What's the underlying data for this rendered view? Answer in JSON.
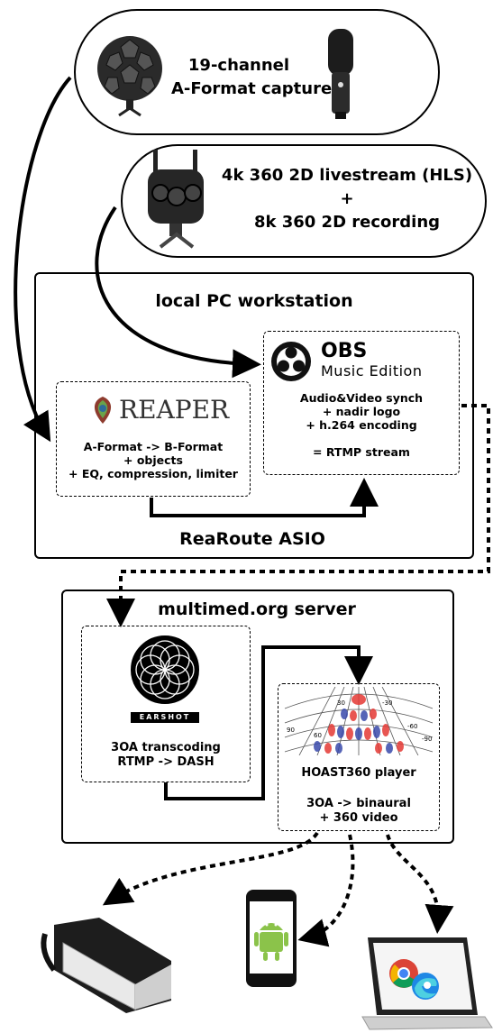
{
  "capture": {
    "lines": [
      "19-channel",
      "A-Format capture"
    ]
  },
  "camera": {
    "lines": [
      "4k 360 2D livestream (HLS)",
      "+",
      "8k 360 2D recording"
    ]
  },
  "workstation": {
    "title": "local PC workstation",
    "reaper": {
      "logo_text": "REAPER",
      "lines": [
        "A-Format -> B-Format",
        "+ objects",
        "+ EQ, compression, limiter"
      ]
    },
    "obs": {
      "logo_title": "OBS",
      "logo_subtitle": "Music Edition",
      "lines": [
        "Audio&Video synch",
        "+ nadir logo",
        "+ h.264 encoding",
        "",
        "= RTMP stream"
      ]
    },
    "route_label": "ReaRoute ASIO"
  },
  "server": {
    "title": "multimed.org server",
    "earshot": {
      "logo_text": "EARSHOT",
      "lines": [
        "3OA transcoding",
        "RTMP -> DASH"
      ]
    },
    "hoast": {
      "title": "HOAST360 player",
      "lines": [
        "3OA -> binaural",
        "+ 360 video"
      ]
    }
  },
  "devices": [
    "vr-headset",
    "android-phone",
    "laptop-browser"
  ],
  "colors": {
    "line": "#000000",
    "android": "#8bc34a",
    "chrome_red": "#db4437",
    "chrome_yellow": "#f4b400",
    "chrome_green": "#0f9d58",
    "chrome_blue": "#4285f4"
  }
}
